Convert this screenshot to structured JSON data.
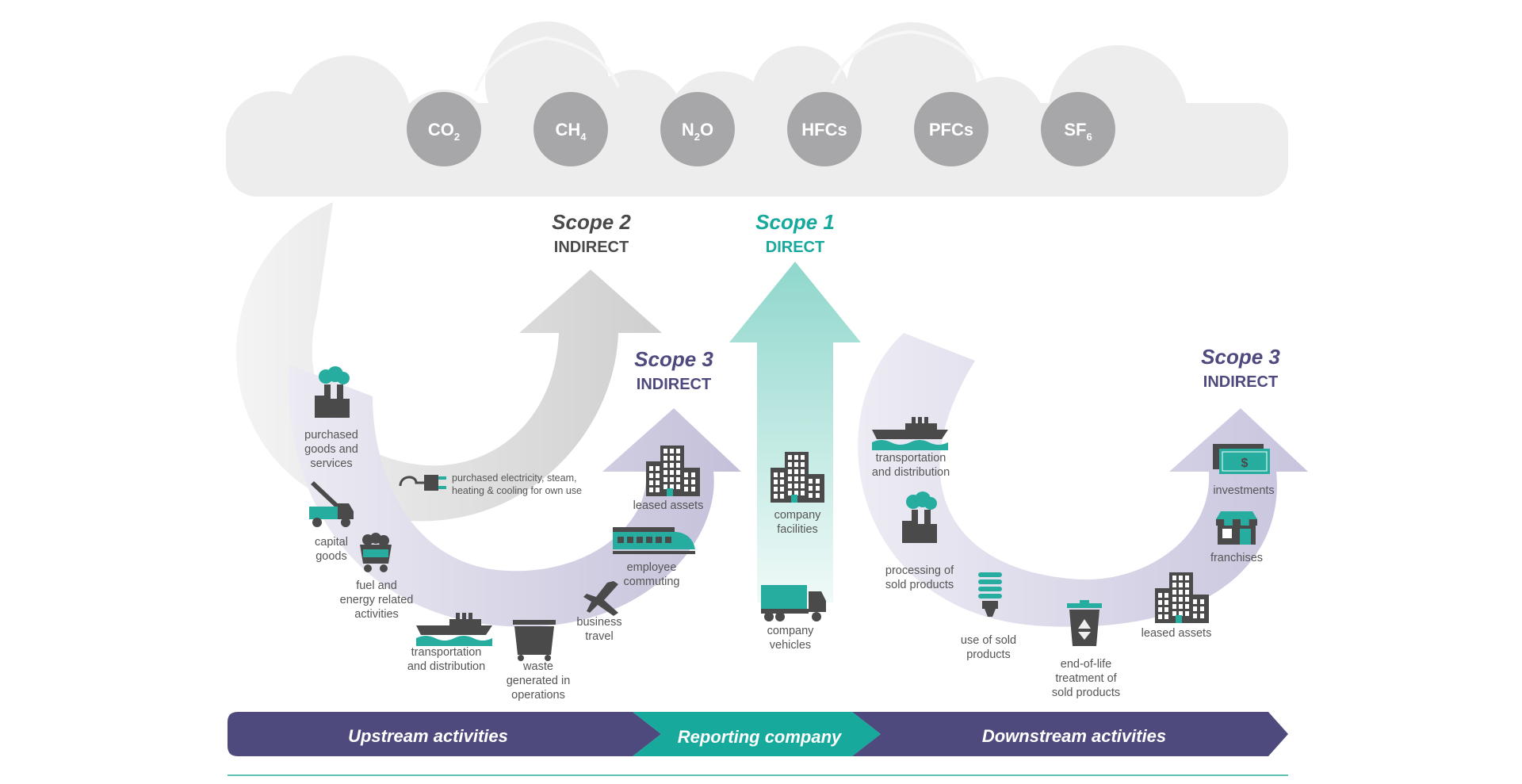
{
  "colors": {
    "scope3": "#4e4a7e",
    "scope1": "#16a99c",
    "scope2": "#4a4a4a",
    "gas_circle": "#a7a7a9",
    "cloud": "#ededed",
    "icon_dark": "#4a4a4a",
    "icon_teal": "#26ad9f",
    "label": "#555555",
    "bar_purple": "#4e4a7e",
    "bar_teal": "#16a99c"
  },
  "gases": [
    {
      "base": "CO",
      "sub": "2"
    },
    {
      "base": "CH",
      "sub": "4"
    },
    {
      "base": "N",
      "sub": "2",
      "tail": "O"
    },
    {
      "base": "HFCs"
    },
    {
      "base": "PFCs"
    },
    {
      "base": "SF",
      "sub": "6"
    }
  ],
  "scopes": {
    "scope2": {
      "title": "Scope 2",
      "subtitle": "INDIRECT"
    },
    "scope1": {
      "title": "Scope 1",
      "subtitle": "DIRECT"
    },
    "scope3_up": {
      "title": "Scope 3",
      "subtitle": "INDIRECT"
    },
    "scope3_down": {
      "title": "Scope 3",
      "subtitle": "INDIRECT"
    }
  },
  "scope2_item": {
    "line1": "purchased electricity, steam,",
    "line2": "heating & cooling for own use",
    "icon": "plug-icon"
  },
  "upstream": [
    {
      "icon": "factory-icon",
      "lines": [
        "purchased",
        "goods and",
        "services"
      ]
    },
    {
      "icon": "tow-truck-icon",
      "lines": [
        "capital",
        "goods"
      ]
    },
    {
      "icon": "coal-cart-icon",
      "lines": [
        "fuel and",
        "energy related",
        "activities"
      ]
    },
    {
      "icon": "ship-icon",
      "lines": [
        "transportation",
        "and distribution"
      ]
    },
    {
      "icon": "dumpster-icon",
      "lines": [
        "waste",
        "generated in",
        "operations"
      ]
    },
    {
      "icon": "airplane-icon",
      "lines": [
        "business",
        "travel"
      ]
    },
    {
      "icon": "train-icon",
      "lines": [
        "employee",
        "commuting"
      ]
    },
    {
      "icon": "building-icon",
      "lines": [
        "leased assets"
      ]
    }
  ],
  "reporting": [
    {
      "icon": "building-icon",
      "lines": [
        "company",
        "facilities"
      ]
    },
    {
      "icon": "truck-icon",
      "lines": [
        "company",
        "vehicles"
      ]
    }
  ],
  "downstream": [
    {
      "icon": "ship-icon",
      "lines": [
        "transportation",
        "and distribution"
      ]
    },
    {
      "icon": "factory-icon",
      "lines": [
        "processing of",
        "sold products"
      ]
    },
    {
      "icon": "bulb-icon",
      "lines": [
        "use of sold",
        "products"
      ]
    },
    {
      "icon": "recycle-bin-icon",
      "lines": [
        "end-of-life",
        "treatment of",
        "sold products"
      ]
    },
    {
      "icon": "building-icon",
      "lines": [
        "leased assets"
      ]
    },
    {
      "icon": "store-icon",
      "lines": [
        "franchises"
      ]
    },
    {
      "icon": "money-icon",
      "lines": [
        "investments"
      ]
    }
  ],
  "bar": {
    "upstream": "Upstream activities",
    "reporting": "Reporting company",
    "downstream": "Downstream activities"
  }
}
